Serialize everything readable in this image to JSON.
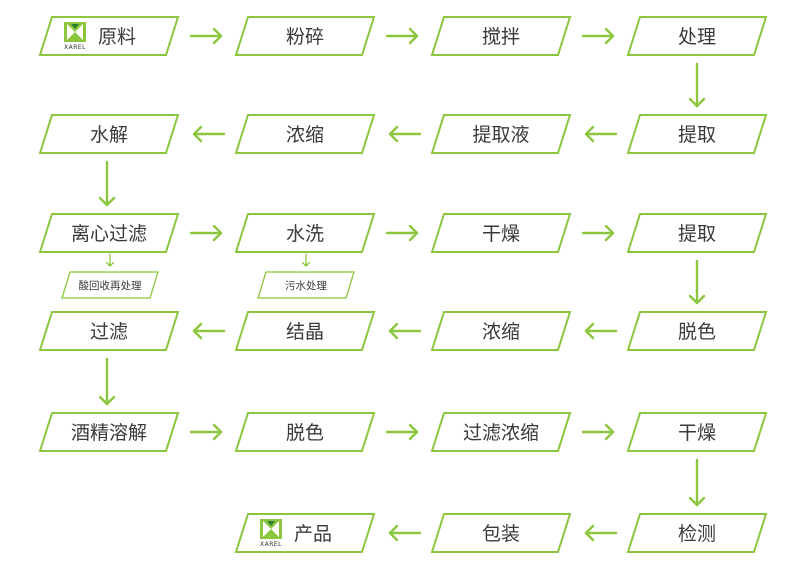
{
  "colors": {
    "accent": "#8cc63f",
    "box_border": "#8cc63f",
    "box_fill": "#ffffff",
    "text": "#3a3a3a"
  },
  "brand": {
    "logo_text": "XAREL",
    "icon": "xarel-logo-icon"
  },
  "steps": [
    {
      "id": "r0c0",
      "label": "原料",
      "logo": true
    },
    {
      "id": "r0c1",
      "label": "粉碎"
    },
    {
      "id": "r0c2",
      "label": "搅拌"
    },
    {
      "id": "r0c3",
      "label": "处理"
    },
    {
      "id": "r1c3",
      "label": "提取"
    },
    {
      "id": "r1c2",
      "label": "提取液"
    },
    {
      "id": "r1c1",
      "label": "浓缩"
    },
    {
      "id": "r1c0",
      "label": "水解"
    },
    {
      "id": "r2c0",
      "label": "离心过滤"
    },
    {
      "id": "r2c1",
      "label": "水洗"
    },
    {
      "id": "r2c2",
      "label": "干燥"
    },
    {
      "id": "r2c3",
      "label": "提取"
    },
    {
      "id": "r3c3",
      "label": "脱色"
    },
    {
      "id": "r3c2",
      "label": "浓缩"
    },
    {
      "id": "r3c1",
      "label": "结晶"
    },
    {
      "id": "r3c0",
      "label": "过滤"
    },
    {
      "id": "r4c0",
      "label": "酒精溶解"
    },
    {
      "id": "r4c1",
      "label": "脱色"
    },
    {
      "id": "r4c2",
      "label": "过滤浓缩"
    },
    {
      "id": "r4c3",
      "label": "干燥"
    },
    {
      "id": "r5c3",
      "label": "检测"
    },
    {
      "id": "r5c2",
      "label": "包装"
    },
    {
      "id": "r5c1",
      "label": "产品",
      "logo": true
    }
  ],
  "side_outputs": [
    {
      "id": "s0",
      "label": "酸回收再处理"
    },
    {
      "id": "s1",
      "label": "污水处理"
    }
  ]
}
